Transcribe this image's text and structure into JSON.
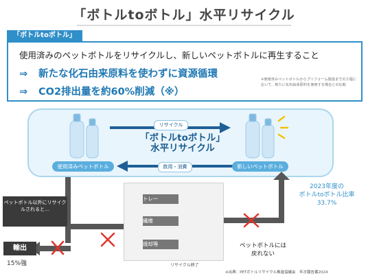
{
  "title": "「ボトルtoボトル」水平リサイクル",
  "tag": "「ボトルtoボトル」",
  "info": {
    "definition": "使用済みのペットボトルをリサイクルし、新しいペットボトルに再生すること",
    "arrow": "⇒",
    "bullet1": "新たな化石由来原料を使わずに資源循環",
    "bullet2": "CO2排出量を約60%削減（※）",
    "footnote": "※使用済みペットボトルからプリフォーム製造までの工程において、新たに化石由来原料を使用する場合との比較"
  },
  "cycle": {
    "used_bottle": "使用済みペットボトル",
    "new_bottle": "新しいペットボトル",
    "center_line1": "「ボトルtoボトル」",
    "center_line2": "水平リサイクル",
    "recycle": "リサイクル",
    "consumption": "飲用・消費"
  },
  "other_use": {
    "callout": "ペットボトル以外にリサイクルされると…",
    "items": [
      "トレー",
      "繊維",
      "焼却等"
    ],
    "end_caption": "リサイクル終了",
    "not_return": "ペットボトルには戻れない"
  },
  "export": {
    "label": "輸出",
    "pct": "15%強"
  },
  "rate": {
    "line1": "2023年度の",
    "line2": "ボトルtoボトル比率",
    "value": "33.7%"
  },
  "source": "※出典：PETボトルリサイクル推進協議会　年次報告書2024",
  "colors": {
    "accent": "#2f8fc9",
    "dark": "#3a3a3a",
    "cross": "#e0322a",
    "light": "#e9f5fc"
  },
  "icons": [
    "bottle-icon",
    "sparkle-icon",
    "tray-icon",
    "shirt-icon",
    "factory-icon",
    "cross-icon",
    "arrow-icon"
  ]
}
